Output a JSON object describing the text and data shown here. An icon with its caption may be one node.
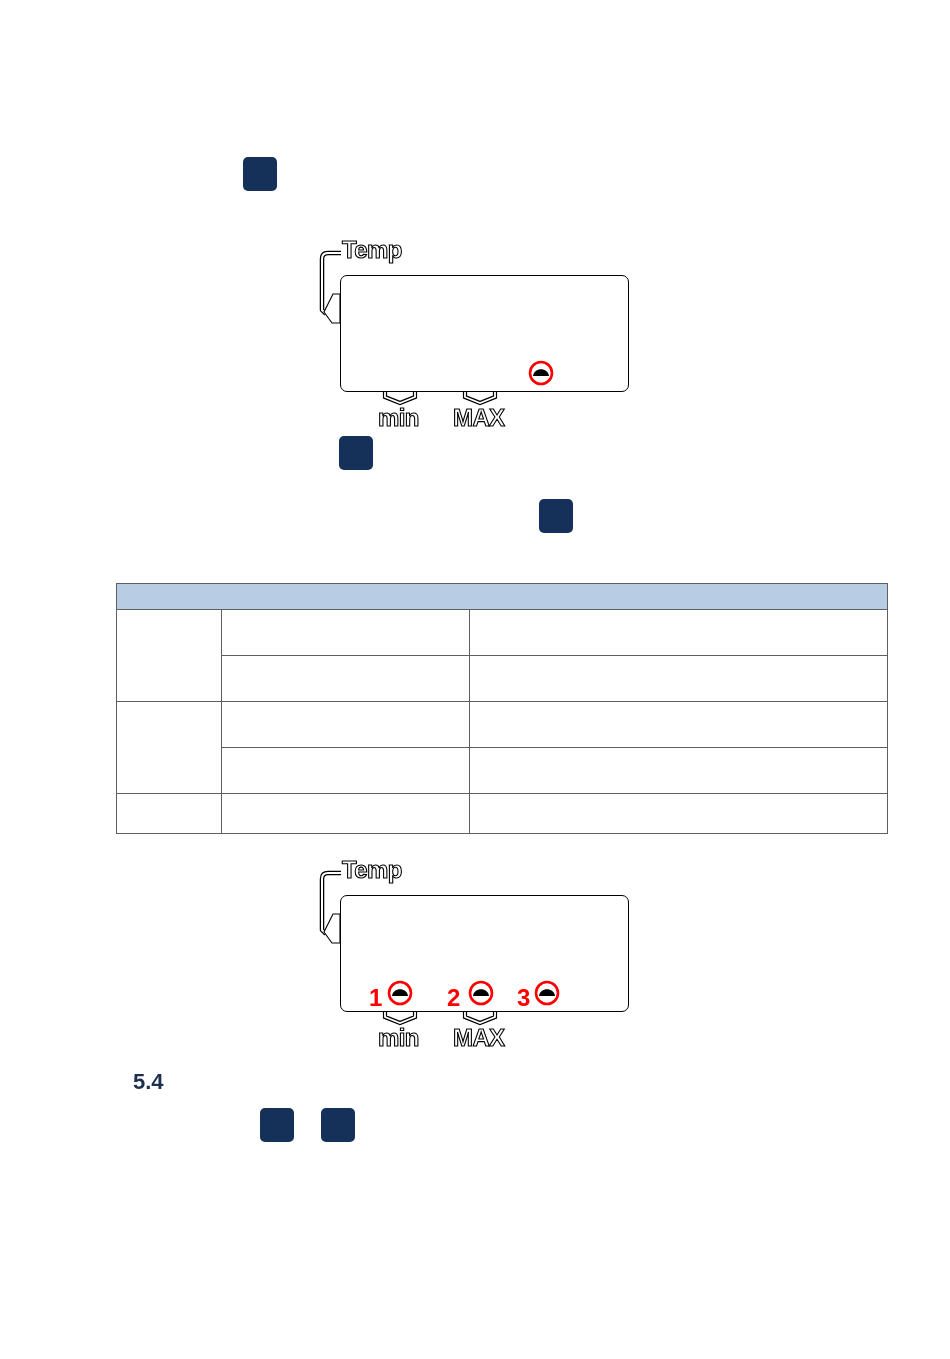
{
  "diagram": {
    "nodes": [
      {
        "text": [
          "Temp",
          "min",
          "MAX"
        ]
      },
      {
        "text": [
          "Temp",
          "min",
          "MAX"
        ]
      }
    ],
    "labels": [
      "1",
      "2",
      "3",
      "5.4"
    ]
  }
}
